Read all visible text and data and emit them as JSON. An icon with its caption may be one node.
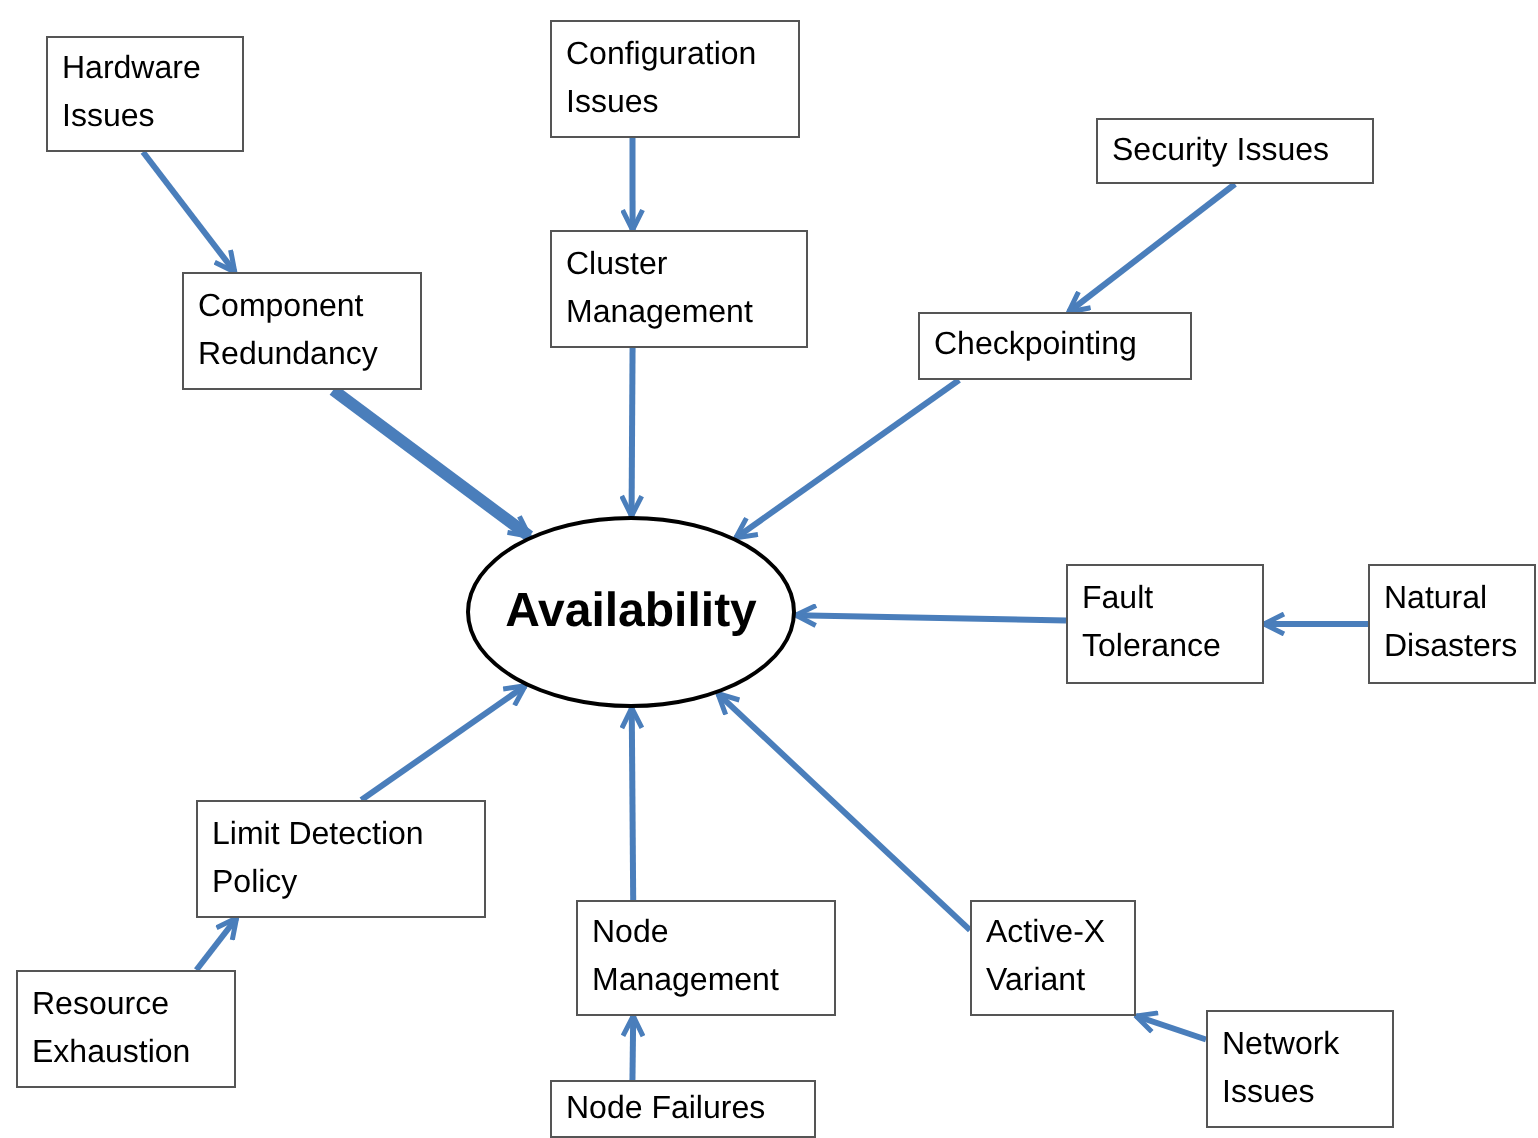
{
  "diagram": {
    "nodes": [
      {
        "text": [
          "Availability"
        ]
      },
      {
        "text": [
          "Hardware Issues"
        ]
      },
      {
        "text": [
          "Configuration Issues"
        ]
      },
      {
        "text": [
          "Cluster Management"
        ]
      },
      {
        "text": [
          "Component Redundancy"
        ]
      },
      {
        "text": [
          "Security Issues"
        ]
      },
      {
        "text": [
          "Checkpointing"
        ]
      },
      {
        "text": [
          "Fault Tolerance"
        ]
      },
      {
        "text": [
          "Natural Disasters"
        ]
      },
      {
        "text": [
          "Limit Detection Policy"
        ]
      },
      {
        "text": [
          "Node Management"
        ]
      },
      {
        "text": [
          "Active-X Variant"
        ]
      },
      {
        "text": [
          "Resource Exhaustion"
        ]
      },
      {
        "text": [
          "Node Failures"
        ]
      },
      {
        "text": [
          "Network Issues"
        ]
      }
    ],
    "edges": [
      {
        "from": 1,
        "to": 4,
        "arrow": "to"
      },
      {
        "from": 2,
        "to": 3,
        "arrow": "to"
      },
      {
        "from": 4,
        "to": 0,
        "arrow": "to",
        "style": "thick"
      },
      {
        "from": 3,
        "to": 0,
        "arrow": "to"
      },
      {
        "from": 5,
        "to": 6,
        "arrow": "to"
      },
      {
        "from": 6,
        "to": 0,
        "arrow": "to"
      },
      {
        "from": 7,
        "to": 0,
        "arrow": "to"
      },
      {
        "from": 8,
        "to": 7,
        "arrow": "to"
      },
      {
        "from": 9,
        "to": 0,
        "arrow": "to"
      },
      {
        "from": 12,
        "to": 9,
        "arrow": "to"
      },
      {
        "from": 10,
        "to": 0,
        "arrow": "to"
      },
      {
        "from": 13,
        "to": 10,
        "arrow": "to"
      },
      {
        "from": 11,
        "to": 0,
        "arrow": "to"
      },
      {
        "from": 14,
        "to": 11,
        "arrow": "to"
      }
    ]
  }
}
